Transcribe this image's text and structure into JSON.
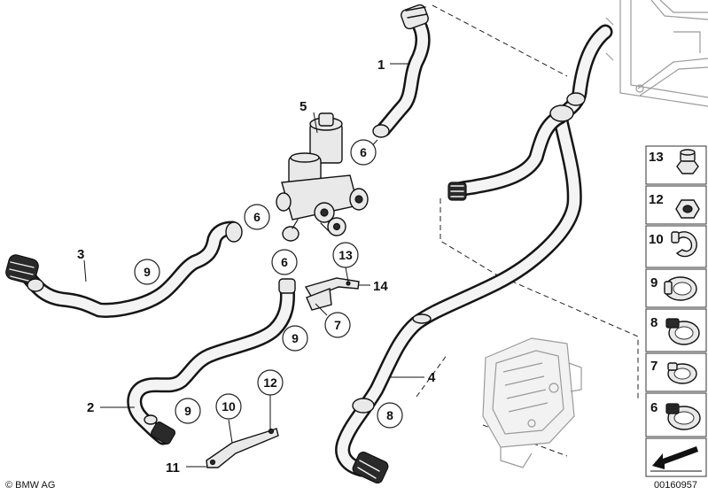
{
  "diagram": {
    "part_labels": [
      "1",
      "2",
      "3",
      "4",
      "5",
      "6",
      "6",
      "6",
      "7",
      "8",
      "9",
      "9",
      "9",
      "10",
      "11",
      "12",
      "13",
      "14"
    ],
    "legend": [
      {
        "number": "13",
        "icon": "hex-cap-nut-icon"
      },
      {
        "number": "12",
        "icon": "hex-nut-icon"
      },
      {
        "number": "10",
        "icon": "spring-hose-clip-icon"
      },
      {
        "number": "9",
        "icon": "hose-clamp-ring-icon"
      },
      {
        "number": "8",
        "icon": "worm-gear-clamp-icon"
      },
      {
        "number": "7",
        "icon": "hose-clamp-small-icon"
      },
      {
        "number": "6",
        "icon": "hose-clamp-band-icon"
      }
    ],
    "nav_arrow_icon": "direction-arrow-icon",
    "copyright": "© BMW AG",
    "drawing_number": "00160957"
  }
}
